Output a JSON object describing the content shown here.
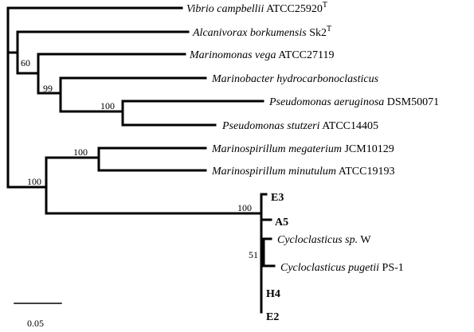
{
  "taxa": [
    {
      "species": "Vibrio campbellii",
      "strain": " ATCC25920",
      "sup": "T"
    },
    {
      "species": "Alcanivorax borkumensis",
      "strain": " Sk2",
      "sup": "T"
    },
    {
      "species": "Marinomonas vega",
      "strain": " ATCC27119",
      "sup": ""
    },
    {
      "species": "Marinobacter hydrocarbonoclasticus",
      "strain": "",
      "sup": ""
    },
    {
      "species": "Pseudomonas aeruginosa",
      "strain": " DSM50071",
      "sup": ""
    },
    {
      "species": "Pseudomonas stutzeri",
      "strain": " ATCC14405",
      "sup": ""
    },
    {
      "species": "Marinospirillum megaterium",
      "strain": " JCM10129",
      "sup": ""
    },
    {
      "species": "Marinospirillum minutulum",
      "strain": " ATCC19193",
      "sup": ""
    },
    {
      "isolate": "E3"
    },
    {
      "isolate": "A5"
    },
    {
      "species": "Cycloclasticus sp.",
      "strain": " W",
      "sup": ""
    },
    {
      "species": "Cycloclasticus pugetii",
      "strain": " PS-1",
      "sup": ""
    },
    {
      "isolate": "H4"
    },
    {
      "isolate": "E2"
    }
  ],
  "bootstrap": [
    "60",
    "99",
    "100",
    "100",
    "100",
    "100",
    "51"
  ],
  "scale_bar": "0.05"
}
